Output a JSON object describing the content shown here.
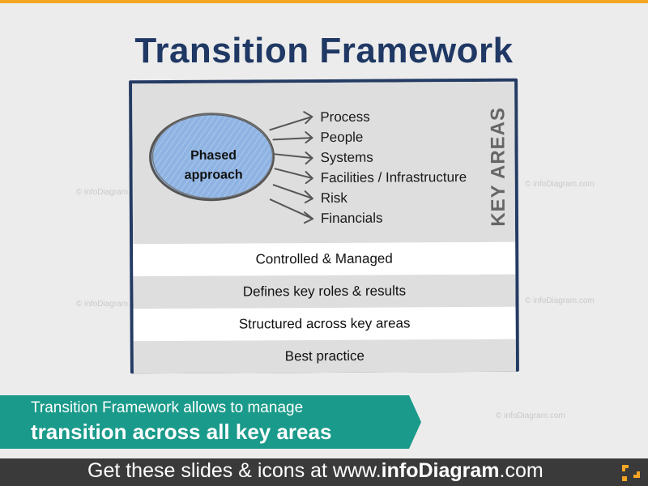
{
  "title": "Transition  Framework",
  "diagram": {
    "center_label_line1": "Phased",
    "center_label_line2": "approach",
    "key_areas_heading": "KEY AREAS",
    "areas": [
      "Process",
      "People",
      "Systems",
      "Facilities / Infrastructure",
      "Risk",
      "Financials"
    ],
    "bands": [
      "Controlled  & Managed",
      "Defines key roles & results",
      "Structured across key areas",
      "Best practice"
    ]
  },
  "banner": {
    "line1": "Transition Framework allows to manage",
    "line2": "transition across all key areas"
  },
  "footer": {
    "prefix": "Get these slides & icons at www.",
    "brand": "infoDiagram",
    "suffix": ".com"
  },
  "watermark": "© infoDiagram.com",
  "colors": {
    "title": "#1f3864",
    "frame_border": "#243b63",
    "ellipse_fill": "#8fb4e3",
    "banner": "#1a9a8a",
    "accent_top": "#f5a623",
    "footer_bg": "#3a3a3a"
  }
}
